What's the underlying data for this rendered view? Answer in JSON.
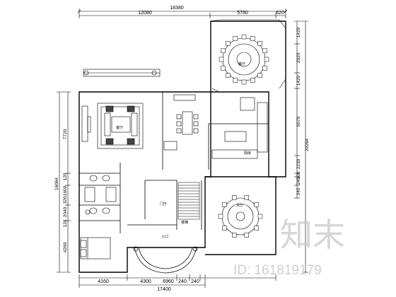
{
  "drawing": {
    "top_dimensions": {
      "overall": "18380",
      "left": "12080",
      "right": "5760",
      "edge": "620"
    },
    "bottom_dimensions": {
      "a": "4160",
      "b": "4300",
      "c": "6960",
      "d": "240",
      "e": "240",
      "total": "17400"
    },
    "left_dimensions": {
      "overall": "16064",
      "upper": "7720",
      "mid": "120",
      "mid2": "1600",
      "mid3": "320",
      "mid4": "2040",
      "mid5": "120",
      "lower": "4260"
    },
    "right_dimensions": {
      "top": "1420",
      "upper": "2920",
      "mid": "1420",
      "middle": "5570",
      "overall": "20264",
      "a": "2230",
      "b": "100",
      "c": "240",
      "d": "240"
    },
    "room_labels": {
      "dining": "餐厅",
      "kitchen": "厨房",
      "living": "客厅",
      "stair": "楼梯",
      "lobby": "门厅",
      "entrance": "入口",
      "hall": "大厅"
    }
  },
  "watermark": {
    "logo_text": "知末",
    "id_text": "ID: 161819179"
  }
}
